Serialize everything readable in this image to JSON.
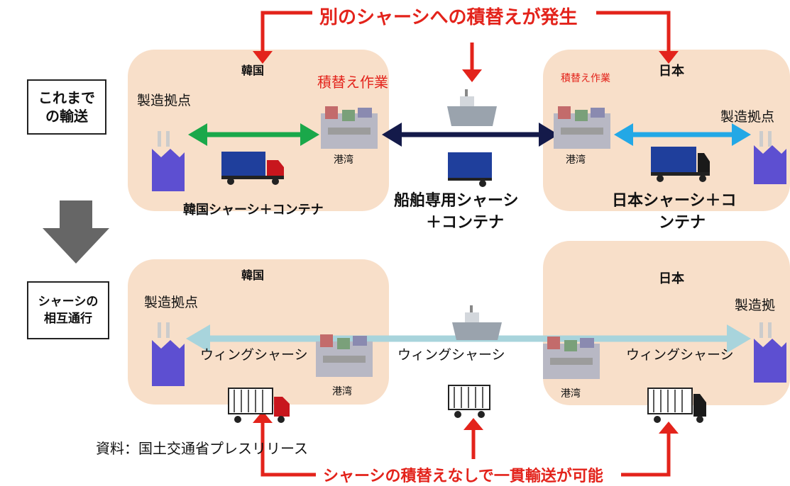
{
  "top_banner": "別のシャーシへの積替えが発生",
  "bottom_banner": "シャーシの積替えなしで一貫輸送が可能",
  "source": "資料：国土交通省プレスリリース",
  "row1": {
    "label": "これまでの輸送",
    "korea": "韓国",
    "japan": "日本",
    "korea_transfer": "積替え作業",
    "japan_transfer": "積替え作業",
    "korea_factory": "製造拠点",
    "japan_factory": "製造拠点",
    "port_left": "港湾",
    "port_right": "港湾",
    "korea_chassis": "韓国シャーシ＋コンテナ",
    "ship_chassis_1": "船舶専用シャーシ",
    "ship_chassis_2": "＋コンテナ",
    "japan_chassis_1": "日本シャーシ＋コ",
    "japan_chassis_2": "ンテナ"
  },
  "row2": {
    "label_1": "シャーシの",
    "label_2": "相互通行",
    "korea": "韓国",
    "japan": "日本",
    "korea_factory": "製造拠点",
    "japan_factory": "製造拠",
    "wing_left": "ウィングシャーシ",
    "wing_center": "ウィングシャーシ",
    "wing_right": "ウィングシャーシ",
    "port_left": "港湾",
    "port_right": "港湾"
  },
  "colors": {
    "panel": "#f8dfc9",
    "red_arrow": "#e3231b",
    "green_arrow": "#1aa84a",
    "navy_arrow": "#141a4a",
    "cyan_arrow": "#23a8e6",
    "light_arrow": "#a8d4dc",
    "gray_arrow": "#666666",
    "truck_blue": "#1f3f9c",
    "truck_red": "#c8161d"
  },
  "icons": [
    "factory-icon",
    "port-icon",
    "ship-icon",
    "truck-icon",
    "container-trailer-icon",
    "wing-truck-icon"
  ]
}
